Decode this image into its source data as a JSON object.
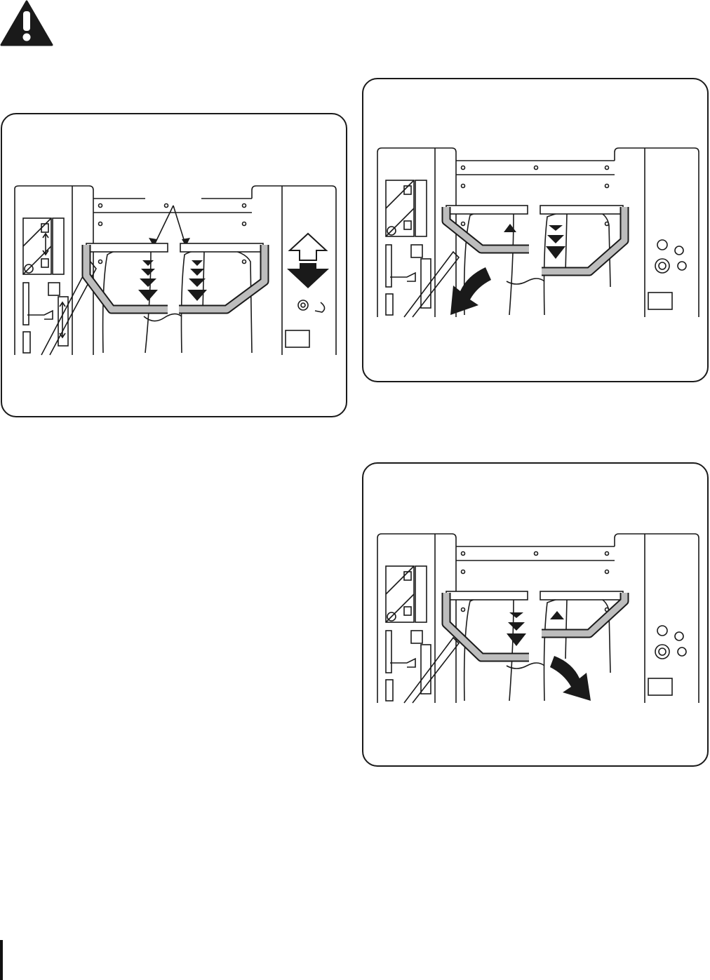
{
  "page": {
    "warning_icon": "warning-triangle-icon",
    "colors": {
      "line": "#1a1a1a",
      "handle_fill": "#bdbdbd",
      "background": "#ffffff"
    }
  },
  "figures": [
    {
      "id": "figure-forward",
      "description_icons": [
        "double-arrow-forward-icon",
        "double-arrow-forward-icon",
        "up-down-arrow-icon"
      ]
    },
    {
      "id": "figure-turn-left",
      "description_icons": [
        "up-arrow-icon",
        "double-arrow-forward-icon",
        "curved-arrow-left-icon"
      ]
    },
    {
      "id": "figure-turn-right",
      "description_icons": [
        "double-arrow-forward-icon",
        "up-arrow-icon",
        "curved-arrow-right-icon"
      ]
    }
  ]
}
